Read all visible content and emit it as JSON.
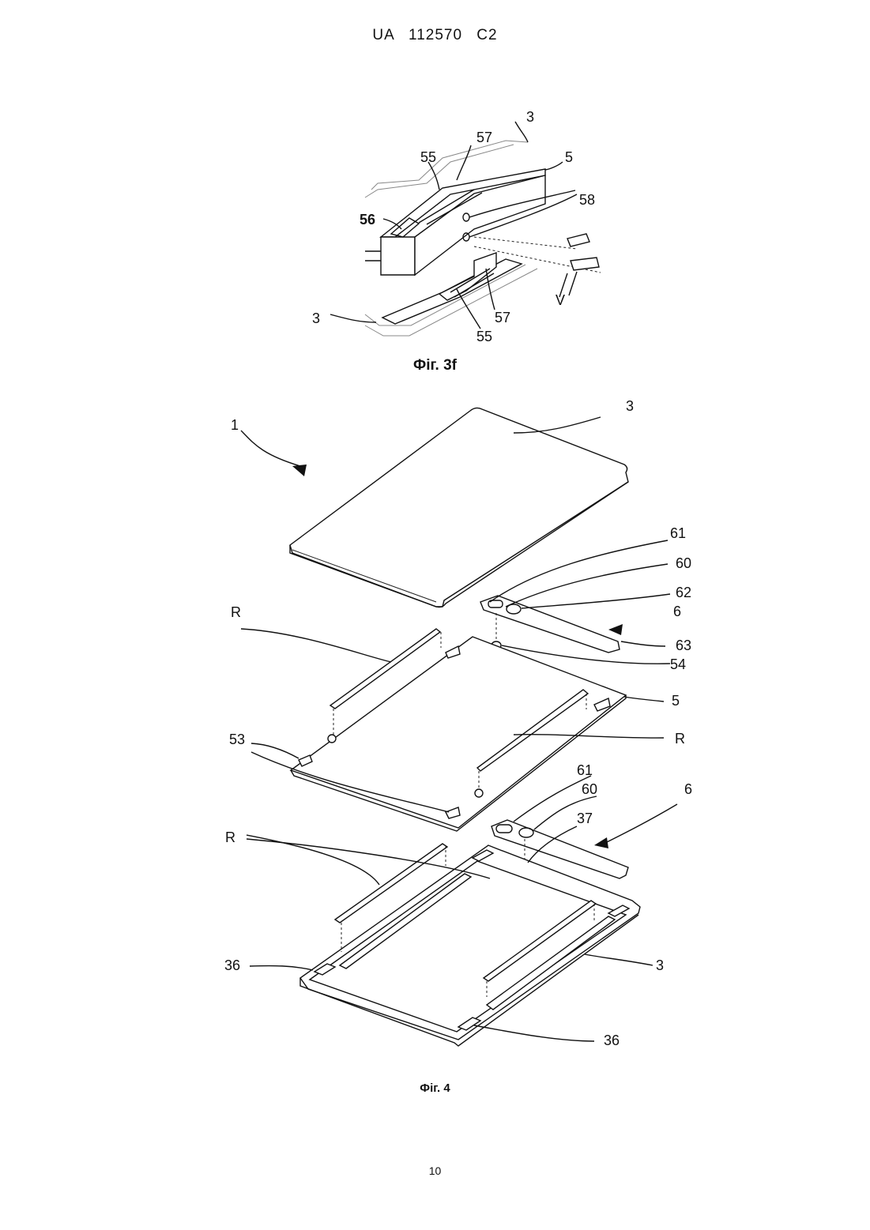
{
  "header": {
    "text": "UA   112570   C2"
  },
  "figure_3f": {
    "caption": "Фіг. 3f",
    "labels": {
      "l3_top": "3",
      "l57_top": "57",
      "l55_top": "55",
      "l5": "5",
      "l58": "58",
      "l56": "56",
      "lV": "V",
      "l3_bottom": "3",
      "l57_bottom": "57",
      "l55_bottom": "55"
    }
  },
  "figure_4": {
    "caption": "Фіг. 4",
    "labels": {
      "l1": "1",
      "l3_top": "3",
      "l61_a": "61",
      "l60_a": "60",
      "l62": "62",
      "l6_a": "6",
      "l63": "63",
      "l54": "54",
      "lR_a": "R",
      "l5": "5",
      "lR_b": "R",
      "l53": "53",
      "l61_b": "61",
      "l60_b": "60",
      "l6_b": "6",
      "l37": "37",
      "lR_c": "R",
      "l36_a": "36",
      "l3_bottom": "3",
      "l36_b": "36"
    }
  },
  "page_number": "10"
}
